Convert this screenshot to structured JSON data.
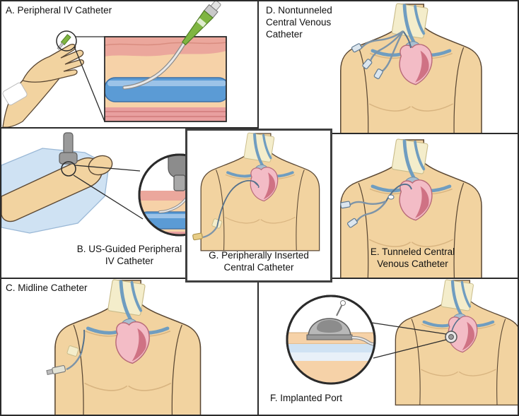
{
  "panels": {
    "a": {
      "lines": [
        "A. Peripheral IV Catheter"
      ]
    },
    "b": {
      "lines": [
        "B. US-Guided Peripheral",
        "IV Catheter"
      ]
    },
    "c": {
      "lines": [
        "C. Midline Catheter"
      ]
    },
    "d": {
      "lines": [
        "D. Nontunneled",
        "Central Venous",
        "Catheter"
      ]
    },
    "e": {
      "lines": [
        "E. Tunneled Central",
        "Venous Catheter"
      ]
    },
    "f": {
      "lines": [
        "F. Implanted Port"
      ]
    },
    "g": {
      "lines": [
        "G. Peripherally Inserted",
        "Central Catheter"
      ]
    }
  },
  "colors": {
    "background": "#ffffff",
    "panel_border": "#2b2b2b",
    "highlight_border": "#3f3f3f",
    "skin": "#f2d3a0",
    "skin_outline": "#5a4733",
    "vein_blue": "#5b9bd5",
    "vein_surface": "#6f9dc0",
    "heart_pink": "#f3bcc6",
    "heart_dark": "#cf7284",
    "aorta_gray_blue": "#a9bfd0",
    "catheter_green": "#7fb541",
    "catheter_tube_gray": "#8c8c8c",
    "drape_blue": "#cfe2f3",
    "dermis_peach": "#f6d2a8",
    "epidermis_salmon": "#eba79c",
    "muscle_red": "#e89f9f",
    "probe_gray": "#9a9a9a",
    "dressing_tan": "#f4edcb"
  }
}
